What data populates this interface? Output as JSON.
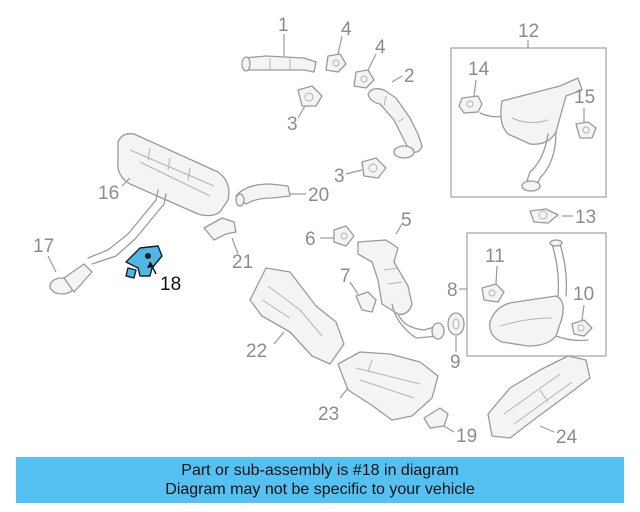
{
  "parts": [
    {
      "id": "1",
      "label": "1"
    },
    {
      "id": "2",
      "label": "2"
    },
    {
      "id": "3a",
      "label": "3"
    },
    {
      "id": "3b",
      "label": "3"
    },
    {
      "id": "4a",
      "label": "4"
    },
    {
      "id": "4b",
      "label": "4"
    },
    {
      "id": "5",
      "label": "5"
    },
    {
      "id": "6",
      "label": "6"
    },
    {
      "id": "7",
      "label": "7"
    },
    {
      "id": "8",
      "label": "8"
    },
    {
      "id": "9",
      "label": "9"
    },
    {
      "id": "10",
      "label": "10"
    },
    {
      "id": "11",
      "label": "11"
    },
    {
      "id": "12",
      "label": "12"
    },
    {
      "id": "13",
      "label": "13"
    },
    {
      "id": "14",
      "label": "14"
    },
    {
      "id": "15",
      "label": "15"
    },
    {
      "id": "16",
      "label": "16"
    },
    {
      "id": "17",
      "label": "17"
    },
    {
      "id": "18",
      "label": "18"
    },
    {
      "id": "19",
      "label": "19"
    },
    {
      "id": "20",
      "label": "20"
    },
    {
      "id": "21",
      "label": "21"
    },
    {
      "id": "22",
      "label": "22"
    },
    {
      "id": "23",
      "label": "23"
    },
    {
      "id": "24",
      "label": "24"
    }
  ],
  "highlight": {
    "part": "18",
    "color": "#4fb8e8"
  },
  "banner": {
    "line1": "Part or sub-assembly is #18 in diagram",
    "line2": "Diagram may not be specific to your vehicle",
    "color": "#55c1f3"
  }
}
